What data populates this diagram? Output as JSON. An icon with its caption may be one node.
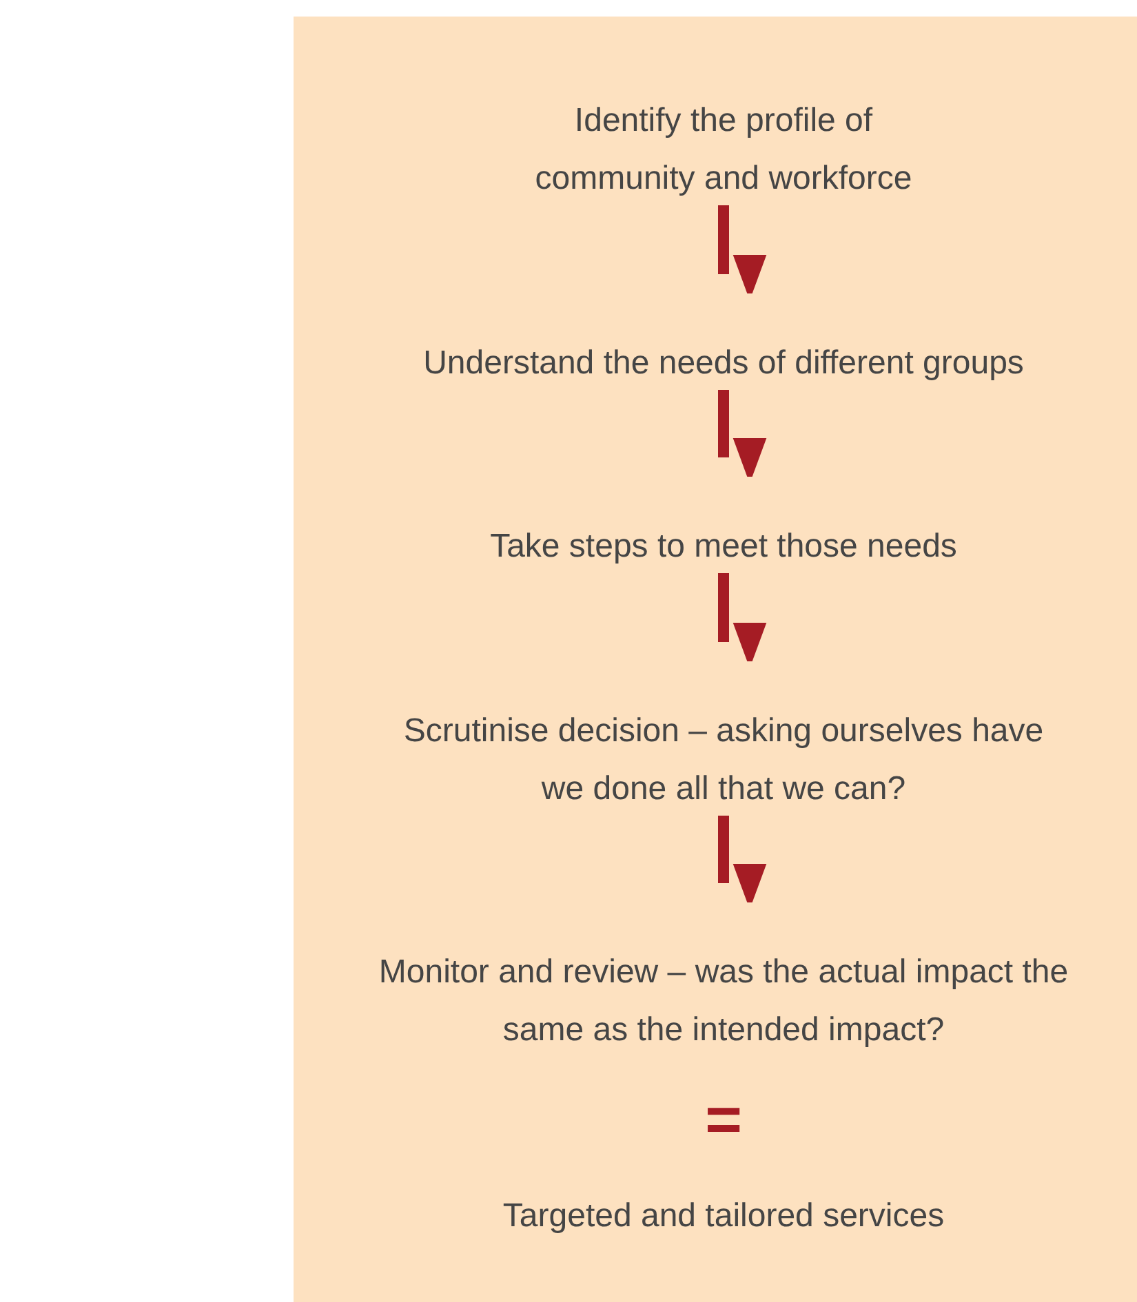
{
  "diagram": {
    "nodes": [
      {
        "text": [
          "Identify the profile of community and workforce"
        ]
      },
      {
        "text": [
          "Understand the needs of different groups"
        ]
      },
      {
        "text": [
          "Take steps to meet those needs"
        ]
      },
      {
        "text": [
          "Scrutinise decision – asking ourselves have we done all that we can?"
        ]
      },
      {
        "text": [
          "Monitor and review – was the actual impact the same as the intended impact?"
        ]
      },
      {
        "text": [
          "Targeted and tailored services"
        ]
      }
    ],
    "edges": [
      {
        "from": 0,
        "to": 1,
        "arrow": "to"
      },
      {
        "from": 1,
        "to": 2,
        "arrow": "to"
      },
      {
        "from": 2,
        "to": 3,
        "arrow": "to"
      },
      {
        "from": 3,
        "to": 4,
        "arrow": "to"
      }
    ],
    "labels": [
      "="
    ]
  }
}
